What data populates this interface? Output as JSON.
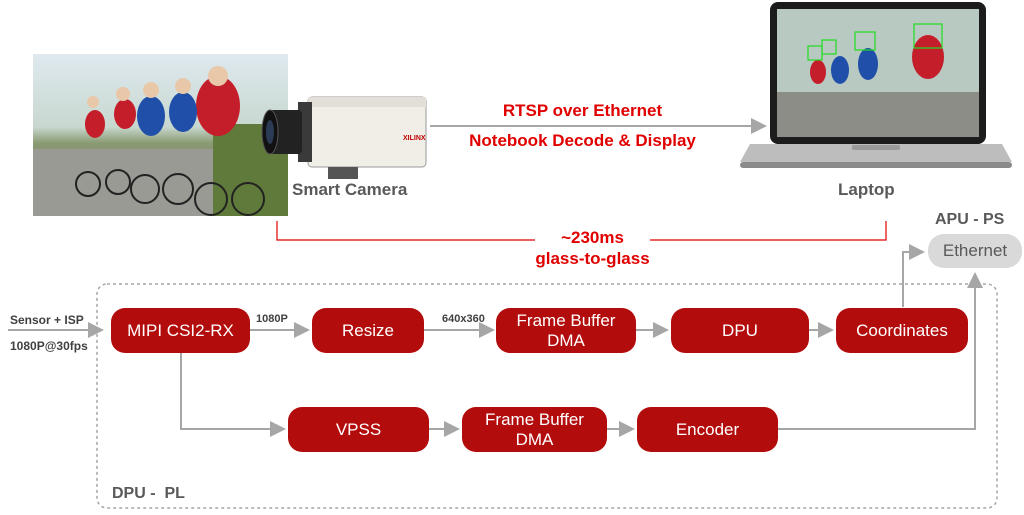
{
  "camera": {
    "label": "Smart Camera",
    "brand": "XILINX"
  },
  "laptop": {
    "label": "Laptop"
  },
  "stream": {
    "line1": "RTSP over Ethernet",
    "line2": "Notebook Decode & Display"
  },
  "latency": {
    "line1": "~230ms",
    "line2": "glass-to-glass"
  },
  "apu": {
    "title": "APU - PS",
    "ethernet": "Ethernet"
  },
  "input": {
    "line1": "Sensor + ISP",
    "line2": "1080P@30fps"
  },
  "edges": {
    "res1": "1080P",
    "res2": "640x360"
  },
  "pipeline_top": {
    "mipi": "MIPI CSI2-RX",
    "resize": "Resize",
    "fbdma": "Frame Buffer\nDMA",
    "dpu": "DPU",
    "coords": "Coordinates"
  },
  "pipeline_bottom": {
    "vpss": "VPSS",
    "fbdma": "Frame Buffer\nDMA",
    "encoder": "Encoder"
  },
  "region": {
    "label": "DPU -  PL"
  },
  "colors": {
    "block": "#b30c0c",
    "accent_text": "#e00000",
    "arrow": "#a6a6a6",
    "detect_box": "#22dd22"
  }
}
